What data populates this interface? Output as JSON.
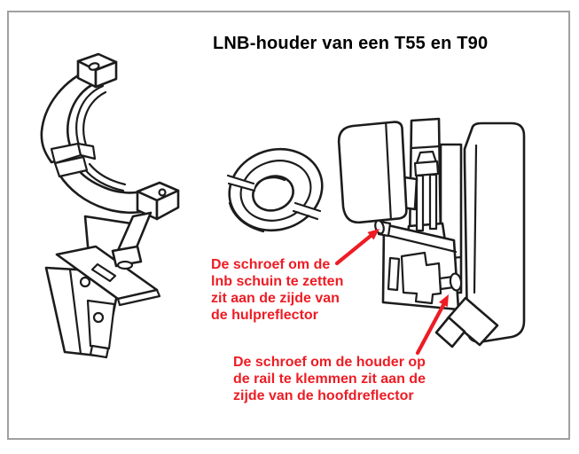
{
  "title": "LNB-houder van een T55 en T90",
  "colors": {
    "annotation_red": "#ed1c24",
    "drawing_line": "#1c1c1c",
    "frame_border": "#a0a0a0",
    "background": "#ffffff"
  },
  "annotations": {
    "tilt_screw_note": {
      "lines": [
        "De schroef om de",
        "lnb schuin te zetten",
        "zit aan de zijde van",
        "de hulpreflector"
      ]
    },
    "clamp_screw_note": {
      "lines": [
        "De schroef om de houder op",
        "de rail te klemmen zit aan de",
        "zijde van de hoofdreflector"
      ]
    }
  }
}
